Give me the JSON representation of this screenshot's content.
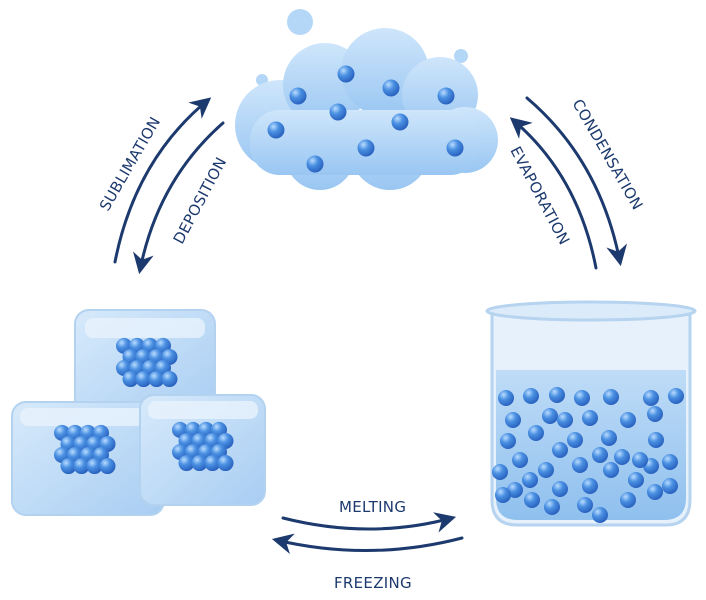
{
  "diagram": {
    "states": {
      "gas": "gas-cloud",
      "liquid": "water-beaker",
      "solid": "ice-cubes"
    },
    "transitions": {
      "sublimation": "SUBLIMATION",
      "deposition": "DEPOSITION",
      "condensation": "CONDENSATION",
      "evaporation": "EVAPORATION",
      "melting": "MELTING",
      "freezing": "FREEZING"
    },
    "colors": {
      "arrow": "#1d3a6e",
      "particle": "#3f86de",
      "particle_highlight": "#a9d2ff",
      "ice": "#bcd9f5",
      "water": "#a9d0f5",
      "cloud": "#a8d0f6"
    }
  }
}
